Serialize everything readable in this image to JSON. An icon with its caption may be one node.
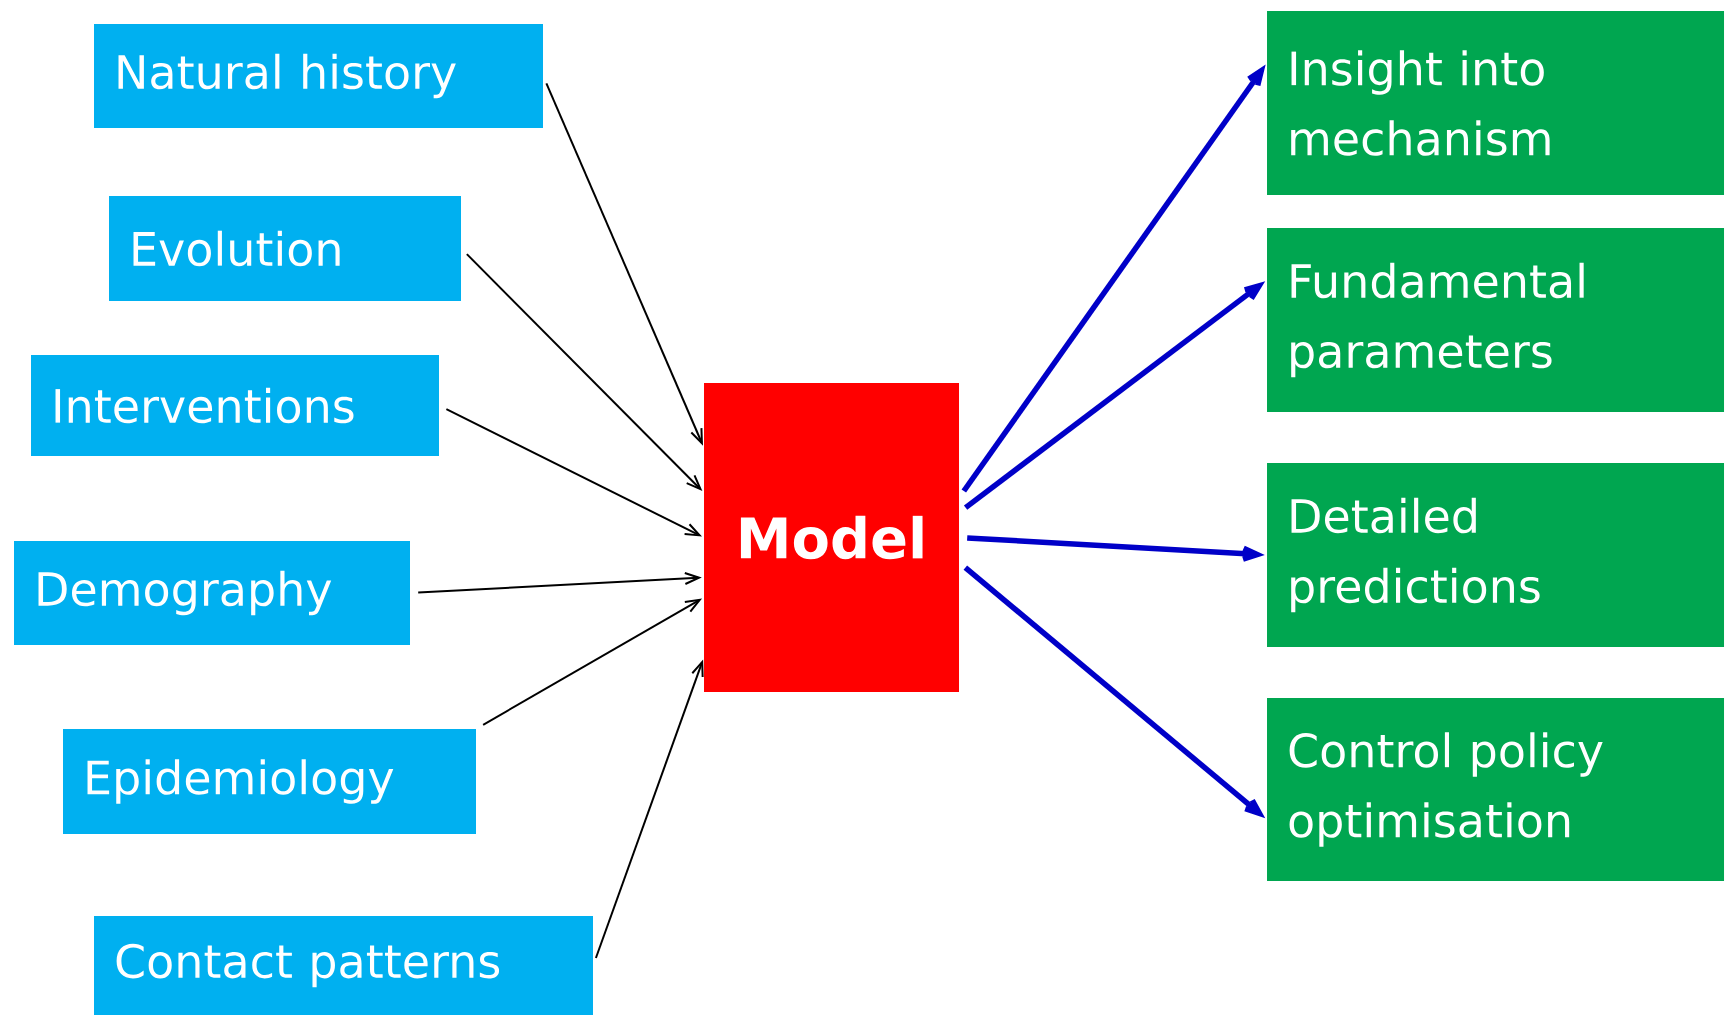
{
  "diagram": {
    "nodes": [
      {
        "text": [
          "Natural history"
        ]
      },
      {
        "text": [
          "Evolution"
        ]
      },
      {
        "text": [
          "Interventions"
        ]
      },
      {
        "text": [
          "Demography"
        ]
      },
      {
        "text": [
          "Epidemiology"
        ]
      },
      {
        "text": [
          "Contact patterns"
        ]
      },
      {
        "text": [
          "Model"
        ]
      },
      {
        "text": [
          "Insight into mechanism"
        ]
      },
      {
        "text": [
          "Fundamental parameters"
        ]
      },
      {
        "text": [
          "Detailed predictions"
        ]
      },
      {
        "text": [
          "Control policy optimisation"
        ]
      }
    ],
    "edges": [
      {
        "from": 0,
        "to": 6,
        "arrow": "to"
      },
      {
        "from": 1,
        "to": 6,
        "arrow": "to"
      },
      {
        "from": 2,
        "to": 6,
        "arrow": "to"
      },
      {
        "from": 3,
        "to": 6,
        "arrow": "to"
      },
      {
        "from": 4,
        "to": 6,
        "arrow": "to"
      },
      {
        "from": 5,
        "to": 6,
        "arrow": "to"
      },
      {
        "from": 6,
        "to": 7,
        "arrow": "to",
        "style": "thick",
        "color": "#0000c8"
      },
      {
        "from": 6,
        "to": 8,
        "arrow": "to",
        "style": "thick",
        "color": "#0000c8"
      },
      {
        "from": 6,
        "to": 9,
        "arrow": "to",
        "style": "thick",
        "color": "#0000c8"
      },
      {
        "from": 6,
        "to": 10,
        "arrow": "to",
        "style": "thick",
        "color": "#0000c8"
      }
    ]
  }
}
